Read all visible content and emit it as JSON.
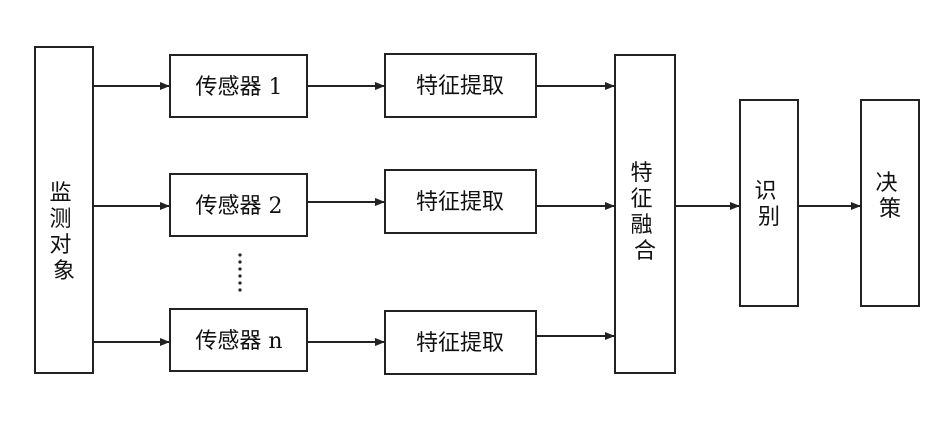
{
  "nodes": {
    "monitor_target": "监测对象",
    "sensor_1": "传感器 1",
    "sensor_2": "传感器 2",
    "sensor_n": "传感器 n",
    "feature_extract_1": "特征提取",
    "feature_extract_2": "特征提取",
    "feature_extract_n": "特征提取",
    "feature_fusion": "特征融合",
    "recognition": "识别",
    "decision": "决策"
  },
  "colors": {
    "line": "#222222",
    "background": "#ffffff",
    "text": "#111111"
  }
}
